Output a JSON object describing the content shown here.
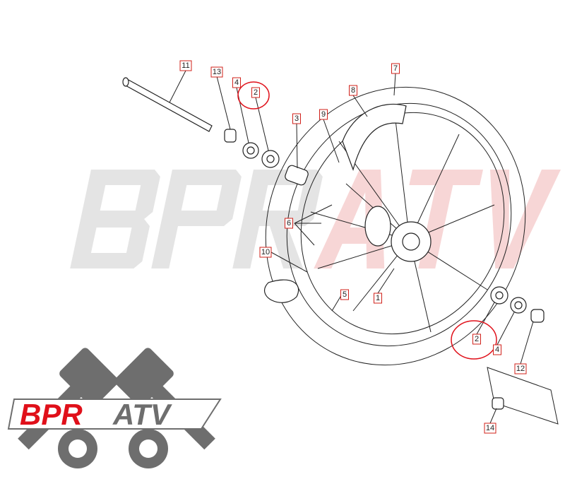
{
  "watermark": {
    "text": "BPR ATV",
    "colors": {
      "gray": "#e4e4e4",
      "red": "#f7d6d6"
    }
  },
  "logo": {
    "text_red": "BPR",
    "text_gray": "ATV",
    "colors": {
      "red": "#e0101a",
      "gray": "#6e6e6e"
    }
  },
  "callouts": [
    {
      "label": "11"
    },
    {
      "label": "13"
    },
    {
      "label": "4"
    },
    {
      "label": "2",
      "circled": true
    },
    {
      "label": "3"
    },
    {
      "label": "9"
    },
    {
      "label": "8"
    },
    {
      "label": "7"
    },
    {
      "label": "6"
    },
    {
      "label": "10"
    },
    {
      "label": "5"
    },
    {
      "label": "1"
    },
    {
      "label": "2",
      "circled": true
    },
    {
      "label": "4"
    },
    {
      "label": "12"
    },
    {
      "label": "14"
    }
  ],
  "colors": {
    "callout_border": "#d0201a",
    "highlight_circle": "#e0101a"
  }
}
